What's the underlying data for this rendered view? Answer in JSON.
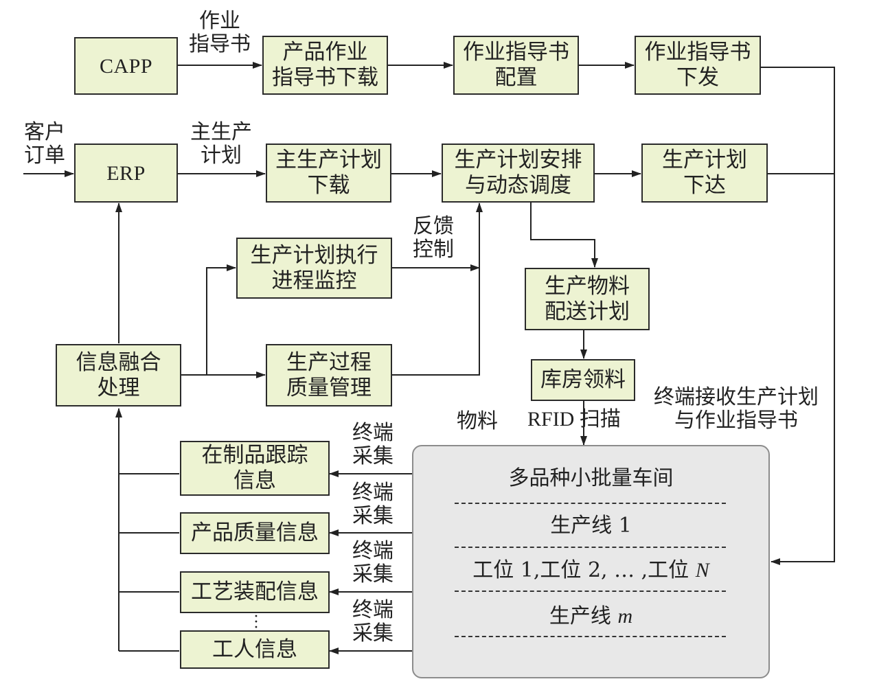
{
  "nodes": {
    "capp": [
      "CAPP"
    ],
    "product_instr_download": [
      "产品作业",
      "指导书下载"
    ],
    "instr_config": [
      "作业指导书",
      "配置"
    ],
    "instr_issue": [
      "作业指导书",
      "下发"
    ],
    "erp": [
      "ERP"
    ],
    "mps_download": [
      "主生产计划",
      "下载"
    ],
    "plan_schedule": [
      "生产计划安排",
      "与动态调度"
    ],
    "plan_release": [
      "生产计划",
      "下达"
    ],
    "exec_monitor": [
      "生产计划执行",
      "进程监控"
    ],
    "quality_mgmt": [
      "生产过程",
      "质量管理"
    ],
    "info_fusion": [
      "信息融合",
      "处理"
    ],
    "material_plan": [
      "生产物料",
      "配送计划"
    ],
    "warehouse": [
      "库房领料"
    ],
    "wip_tracking": [
      "在制品跟踪",
      "信息"
    ],
    "product_quality": [
      "产品质量信息"
    ],
    "assembly_info": [
      "工艺装配信息"
    ],
    "worker_info": [
      "工人信息"
    ]
  },
  "labels": {
    "instr_book": [
      "作业",
      "指导书"
    ],
    "customer_order": [
      "客户",
      "订单"
    ],
    "mps": [
      "主生产",
      "计划"
    ],
    "feedback": [
      "反馈",
      "控制"
    ],
    "material": "物料",
    "rfid_scan": "RFID 扫描",
    "terminal_receive": [
      "终端接收生产计划",
      "与作业指导书"
    ],
    "terminal_collect_1": [
      "终端",
      "采集"
    ],
    "terminal_collect_2": [
      "终端",
      "采集"
    ],
    "terminal_collect_3": [
      "终端",
      "采集"
    ],
    "terminal_collect_4": [
      "终端",
      "采集"
    ]
  },
  "workshop": {
    "title": "多品种小批量车间",
    "line1": "生产线 1",
    "stations": "工位 1,工位 2, … ,工位 ",
    "stations_n": "N",
    "line_m": "生产线 ",
    "line_m_var": "m"
  },
  "colors": {
    "box_fill": "#edf3d2",
    "box_border": "#2a2a2a",
    "workshop_fill": "#e8e8e8",
    "workshop_border": "#8c8c8c"
  }
}
